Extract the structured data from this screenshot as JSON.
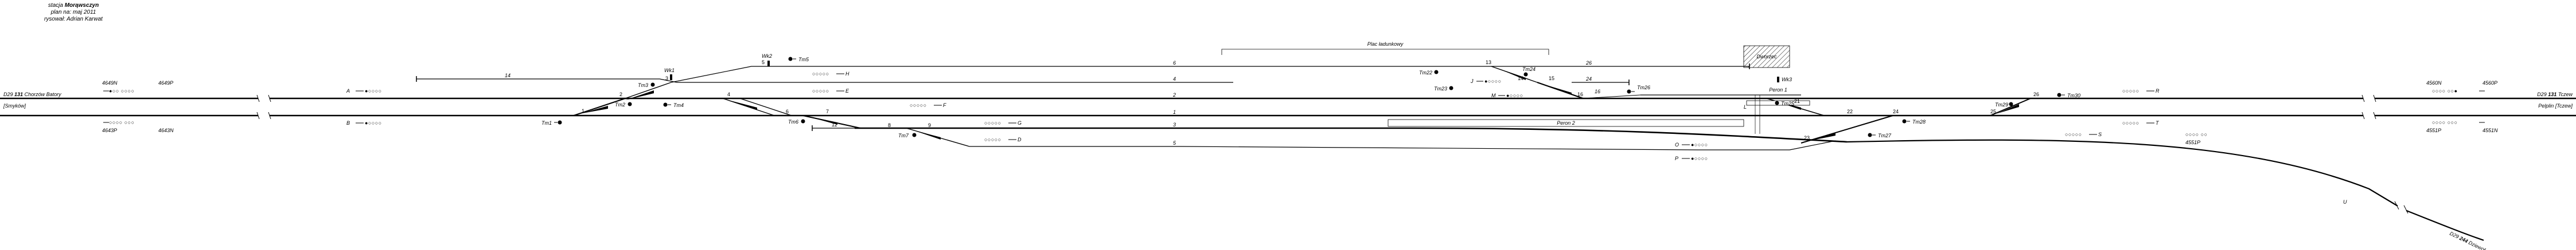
{
  "header": {
    "line1_prefix": "stacja ",
    "line1_station": "Morąwsczyn",
    "line2": "plan na: maj 2011",
    "line3": "rysował: Adrian Karwat"
  },
  "connections": {
    "left_upper_code": "D29",
    "left_upper_number": "131",
    "left_upper_name": " Chorzów Batory",
    "left_lower": "[Smyków]",
    "right_upper_code": "D29",
    "right_upper_number": "131",
    "right_upper_name": " Tczew",
    "right_lower": "Pelplin [Tczew]",
    "branch_code": "D29",
    "branch_number": "244",
    "branch_name": "Dziewoł"
  },
  "blocks": {
    "left_top_a": "4649N",
    "left_top_b": "4649P",
    "left_bot_a": "4643P",
    "left_bot_b": "4643N",
    "right_top_a": "4560N",
    "right_top_b": "4560P",
    "right_bot_a": "4551P",
    "right_bot_b": "4551N",
    "right_mid": "4551P"
  },
  "tracks": {
    "t6": "6",
    "t4": "4",
    "t2": "2",
    "t1": "1",
    "t3": "3",
    "t5": "5",
    "t14": "14",
    "t12": "12",
    "t26": "26",
    "t24": "24",
    "t16": "16"
  },
  "switches": {
    "s1": "1",
    "s2": "2",
    "s3": "3",
    "s4": "4",
    "s5": "5",
    "s6": "6",
    "s7": "7",
    "s8": "8",
    "s9": "9",
    "s13": "13",
    "s14": "14",
    "s15": "15",
    "s16": "16",
    "s21": "21",
    "s22": "22",
    "s23": "23",
    "s24": "24",
    "s25": "25",
    "s26": "26"
  },
  "shunt_signals": {
    "tm1": "Tm1",
    "tm2": "Tm2",
    "tm3": "Tm3",
    "tm4": "Tm4",
    "tm5": "Tm5",
    "tm6": "Tm6",
    "tm7": "Tm7",
    "tm22": "Tm22",
    "tm23": "Tm23",
    "tm24": "Tm24",
    "tm25": "Tm25",
    "tm26": "Tm26",
    "tm27": "Tm27",
    "tm28": "Tm28",
    "tm29": "Tm29",
    "tm30": "Tm30"
  },
  "main_signals": {
    "a": "A",
    "b": "B",
    "h": "H",
    "e": "E",
    "f": "F",
    "g": "G",
    "d": "D",
    "j": "J",
    "m": "M",
    "l": "L",
    "o": "O",
    "p": "P",
    "r": "R",
    "s": "S",
    "t": "T",
    "u": "U"
  },
  "derailers": {
    "wk1": "Wk1",
    "wk2": "Wk2",
    "wk3": "Wk3"
  },
  "labels": {
    "plac": "Plac ładunkowy",
    "peron1": "Peron 1",
    "peron2": "Peron 2",
    "station_building": "Dworzec"
  }
}
